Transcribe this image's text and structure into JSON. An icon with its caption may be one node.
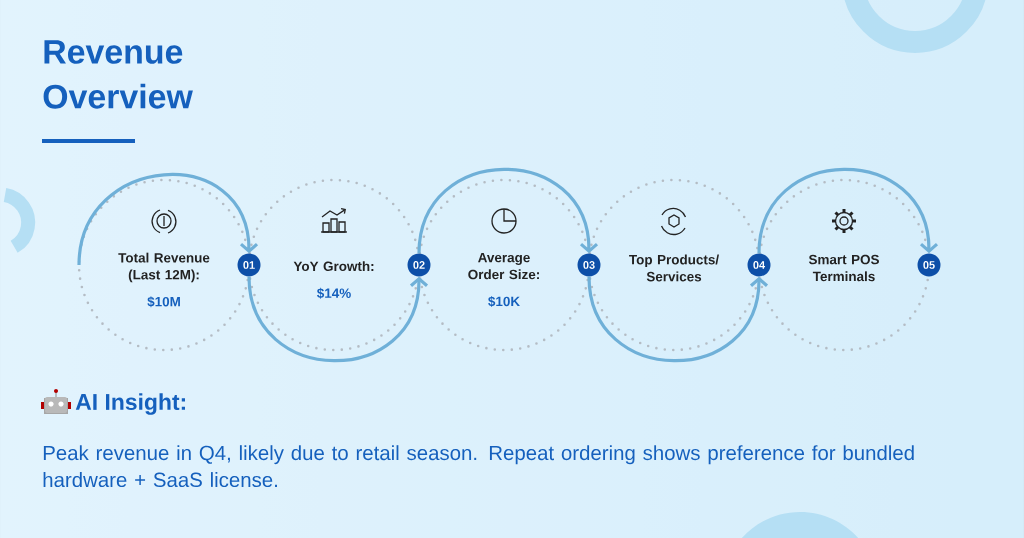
{
  "diagram": {
    "title": "Revenue Overview",
    "nodes": [
      {
        "text": [
          "Total Revenue (Last 12M):",
          "$10M"
        ]
      },
      {
        "text": [
          "01"
        ]
      },
      {
        "text": [
          "YoY Growth:",
          "$14%"
        ]
      },
      {
        "text": [
          "02"
        ]
      },
      {
        "text": [
          "Average Order Size:",
          "$10K"
        ]
      },
      {
        "text": [
          "03"
        ]
      },
      {
        "text": [
          "Top Products/ Services"
        ]
      },
      {
        "text": [
          "04"
        ]
      },
      {
        "text": [
          "Smart POS Terminals"
        ]
      },
      {
        "text": [
          "05"
        ]
      }
    ],
    "edges": [
      {
        "from": null,
        "to": 1,
        "arrow": "to"
      },
      {
        "from": 1,
        "to": 3,
        "arrow": "to"
      },
      {
        "from": 3,
        "to": 5,
        "arrow": "to"
      },
      {
        "from": 5,
        "to": 7,
        "arrow": "to"
      },
      {
        "from": 7,
        "to": 9,
        "arrow": "to"
      }
    ],
    "labels": [
      "AI Insight:",
      "Peak revenue in Q4, likely due to retail season. Repeat ordering shows preference for bundled hardware + SaaS license."
    ]
  }
}
